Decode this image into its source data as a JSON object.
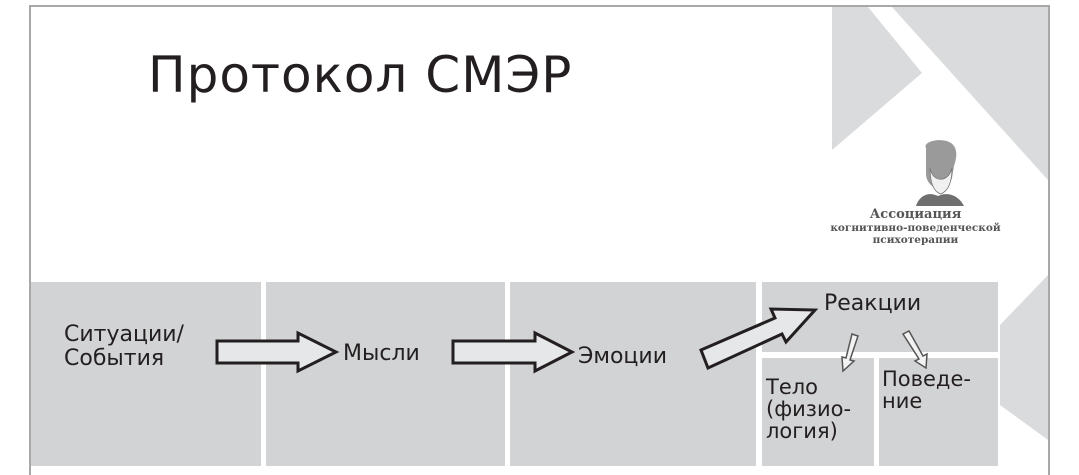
{
  "slide": {
    "title": "Протокол СМЭР",
    "colors": {
      "box_fill": "#d2d3d5",
      "decor_fill": "#dadbdc",
      "text": "#231f20",
      "arrow_fill": "#e6e7e8",
      "arrow_stroke": "#231f20",
      "frame_border": "#a8a8a8"
    }
  },
  "logo": {
    "icon": "portrait-icon",
    "lines": [
      "Ассоциация",
      "когнитивно-поведенческой",
      "психотерапии"
    ]
  },
  "diagram": {
    "nodes": [
      {
        "id": "situations",
        "lines": [
          "Ситуации/",
          "События"
        ]
      },
      {
        "id": "thoughts",
        "lines": [
          "Мысли"
        ]
      },
      {
        "id": "emotions",
        "lines": [
          "Эмоции"
        ]
      },
      {
        "id": "reactions",
        "lines": [
          "Реакции"
        ]
      },
      {
        "id": "body",
        "lines": [
          "Тело",
          "(физио-",
          "логия)"
        ]
      },
      {
        "id": "behavior",
        "lines": [
          "Поведе-",
          "ние"
        ]
      }
    ],
    "edges": [
      {
        "from": "situations",
        "to": "thoughts"
      },
      {
        "from": "thoughts",
        "to": "emotions"
      },
      {
        "from": "emotions",
        "to": "reactions"
      },
      {
        "from": "reactions",
        "to": "body"
      },
      {
        "from": "reactions",
        "to": "behavior"
      }
    ]
  }
}
